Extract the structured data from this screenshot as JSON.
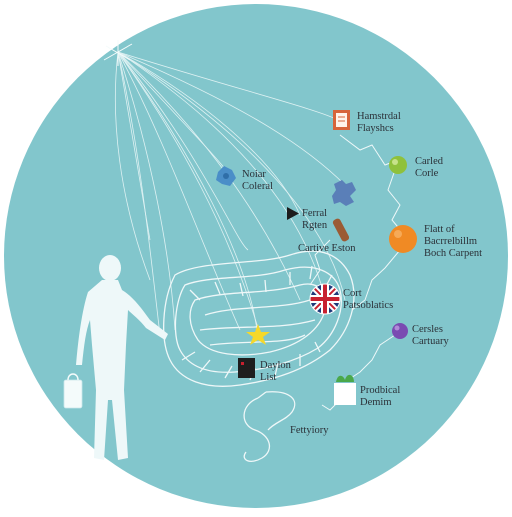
{
  "colors": {
    "circle": "#82c6cc",
    "circle_edge": "#6fbcc3",
    "lines": "#e8f6f7",
    "figure": "#eef8f9",
    "stomach_outline": "#eef7f8",
    "text": "#2b3138"
  },
  "labels": {
    "hamstring": {
      "line1": "Hamstrdal",
      "line2": "Flayshcs",
      "icon": "notebook-icon",
      "color": "#d7643a"
    },
    "noiar": {
      "line1": "Noiar",
      "line2": "Coleral",
      "icon": "blue-molecule-icon",
      "color": "#4a8ec8"
    },
    "carled": {
      "line1": "Carled",
      "line2": "Corle",
      "icon": "green-cell-icon",
      "color": "#8fc13c"
    },
    "ferral": {
      "line1": "Ferral",
      "line2": "Rgten",
      "icon": "play-arrow-icon",
      "color": "#1c1c1c"
    },
    "puzzle": {
      "icon": "puzzle-piece-icon",
      "color": "#5a7fb8"
    },
    "stick": {
      "icon": "wood-stick-icon",
      "color": "#9b5b34"
    },
    "cartive": {
      "line1": "Cartive Eston"
    },
    "flatt": {
      "line1": "Flatt of",
      "line2": "Bacrrelbillm",
      "line3": "Boch Carpent",
      "icon": "orange-sphere-icon",
      "color": "#f08a24"
    },
    "cort": {
      "line1": "Cort",
      "line2": "Patsoblatics",
      "icon": "union-jack-flag-icon"
    },
    "cersles": {
      "line1": "Cersles",
      "line2": "Cartuary",
      "icon": "purple-cell-icon",
      "color": "#7a4bb2"
    },
    "daylon": {
      "line1": "Daylon",
      "line2": "List",
      "icon": "dark-book-icon",
      "color": "#1e1e1e"
    },
    "star": {
      "icon": "star-icon",
      "color": "#f5d82a"
    },
    "prodbical": {
      "line1": "Prodbical",
      "line2": "Demim",
      "icon": "plant-pot-icon",
      "color": "#4aa84a"
    },
    "fettyiory": {
      "line1": "Fettyiory"
    },
    "bag": {
      "icon": "shopping-bag-icon"
    }
  }
}
